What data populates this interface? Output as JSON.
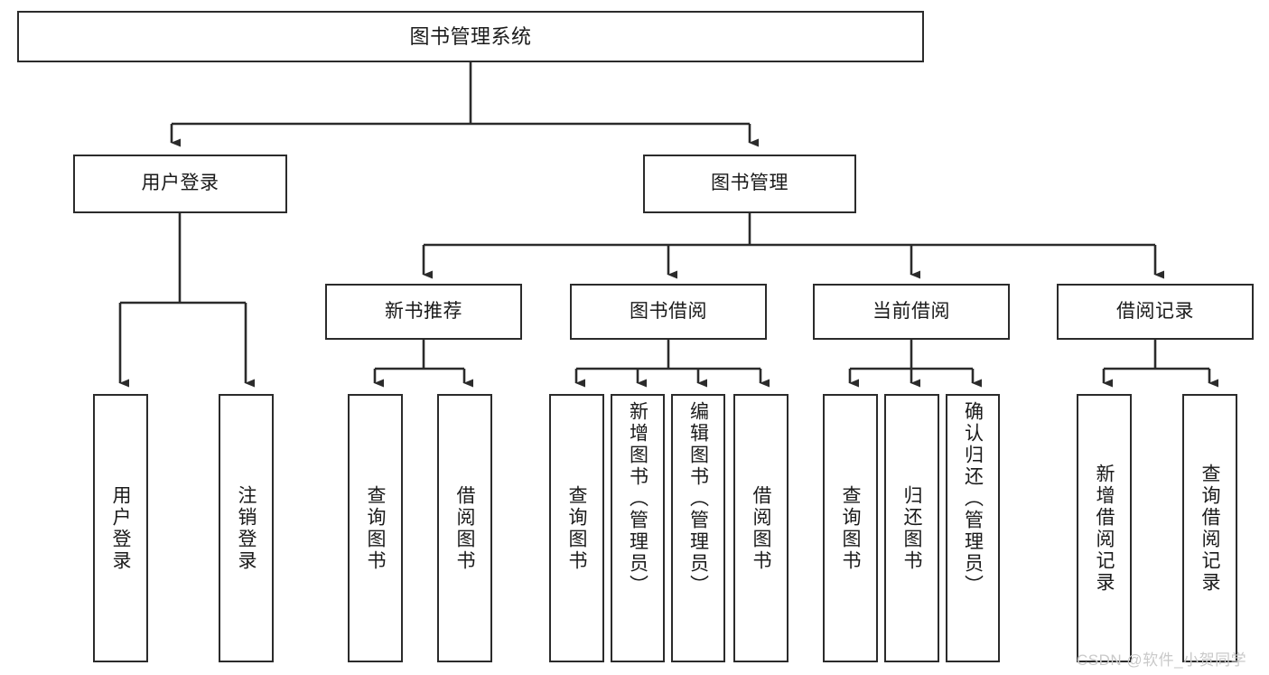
{
  "diagram": {
    "title": "图书管理系统",
    "type": "功能结构图",
    "colors": {
      "box_border": "#2b2b2b",
      "box_fill": "#ffffff",
      "connector": "#2b2b2b",
      "text": "#1a1a1a",
      "watermark": "#c9c9c9",
      "background": "#ffffff"
    }
  },
  "root": {
    "label": "图书管理系统"
  },
  "level2": [
    {
      "label": "用户登录"
    },
    {
      "label": "图书管理"
    }
  ],
  "level3": [
    {
      "label": "新书推荐"
    },
    {
      "label": "图书借阅"
    },
    {
      "label": "当前借阅"
    },
    {
      "label": "借阅记录"
    }
  ],
  "leaves": {
    "user_login": [
      {
        "label": "用户登录"
      },
      {
        "label": "注销登录"
      }
    ],
    "new_book_recommend": [
      {
        "label": "查询图书"
      },
      {
        "label": "借阅图书"
      }
    ],
    "book_borrow": [
      {
        "label": "查询图书"
      },
      {
        "label": "新增图书（管理员）"
      },
      {
        "label": "编辑图书（管理员）"
      },
      {
        "label": "借阅图书"
      }
    ],
    "current_borrow": [
      {
        "label": "查询图书"
      },
      {
        "label": "归还图书"
      },
      {
        "label": "确认归还（管理员）"
      }
    ],
    "borrow_record": [
      {
        "label": "新增借阅记录"
      },
      {
        "label": "查询借阅记录"
      }
    ]
  },
  "watermark": {
    "text": "CSDN @软件_小贺同学"
  }
}
